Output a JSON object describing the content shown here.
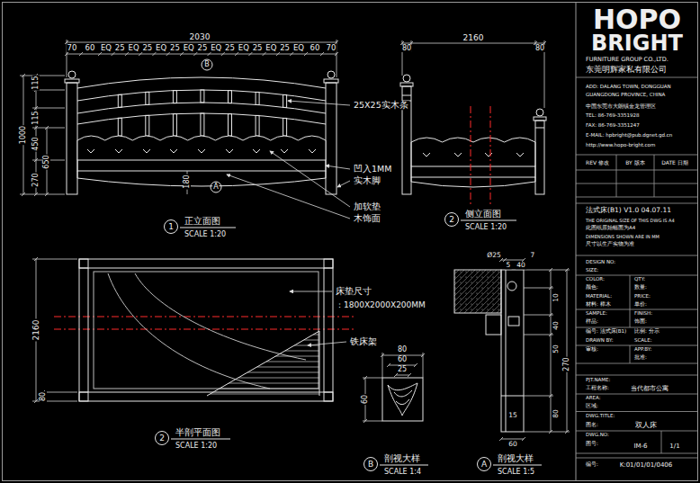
{
  "diagram": {
    "nodes": [
      {
        "text": [
          "1",
          "正立面图",
          "SCALE 1:20"
        ]
      },
      {
        "text": [
          "2",
          "侧立面图",
          "SCALE 1:20"
        ]
      },
      {
        "text": [
          "2",
          "半剖平面图",
          "SCALE 1:20"
        ]
      },
      {
        "text": [
          "B",
          "剖视大样",
          "SCALE 1:4"
        ]
      },
      {
        "text": [
          "A",
          "剖视大样",
          "SCALE 1:5"
        ]
      }
    ],
    "labels": [
      "2030",
      "70",
      "60",
      "EQ",
      "25",
      "EQ",
      "25",
      "EQ",
      "25",
      "EQ",
      "25",
      "EQ",
      "25",
      "EQ",
      "25",
      "EQ",
      "25",
      "EQ",
      "60",
      "70",
      "115",
      "115",
      "450",
      "270",
      "650",
      "1000",
      "180",
      "B",
      "A",
      "25X25实木条",
      "凹入1MM",
      "实木脚",
      "加软垫",
      "木饰面",
      "2160",
      "80",
      "80",
      "2160",
      "80",
      "床垫尺寸",
      "：1800X2000X200MM",
      "铁床架",
      "80",
      "60",
      "25",
      "60",
      "5",
      "40",
      "Ø25",
      "7",
      "10",
      "40",
      "50",
      "270",
      "80",
      "15",
      "60",
      "HOPO",
      "BRIGHT",
      "FURNITURE GROUP CO.,LTD.",
      "东莞明辉家私有限公司",
      "ADD: DALANG TOWN, DONGGUAN",
      "GUANGDONG PROVINCE, CHINA",
      "中国东莞市大朗镇金龙管理区",
      "TEL: 86-769-3351928",
      "FAX: 86-769-3351247",
      "E-MAIL: hpbright@pub.dgnet.gd.cn",
      "http://www.hopo-bright.com",
      "REV 修改",
      "BY 版本",
      "DATE 日期",
      "法式床(B1) V1.0 04.07.11",
      "THE ORIGINAL SIZE OF THIS DWG IS A4",
      "此图纸原始幅面为A4",
      "DIMENSIONS SHOWN ARE IN MM",
      "尺寸以生产实物为准",
      "DESIGN NO:",
      "SIZE:",
      "COLOR:",
      "QTY:",
      "颜色:",
      "数量:",
      "MATERIAL:",
      "PRICE:",
      "材料: 榉木",
      "单价:",
      "SAMPLE:",
      "FINISH:",
      "样品:",
      "饰面:",
      "编号: 法式床(B1)",
      "比例: 分示",
      "DRAWN BY:",
      "SCALE:",
      "审核:",
      "APP.BY:",
      "批准:",
      "PJT.NAME:",
      "工程名称:",
      "当代都市公寓",
      "AREA:",
      "区域:",
      "DWG.TITLE:",
      "图名:",
      "双人床",
      "DWG.NO:",
      "图号:",
      "IM-6",
      "1/1",
      "编号:",
      "K:01/01/01/0406"
    ]
  }
}
